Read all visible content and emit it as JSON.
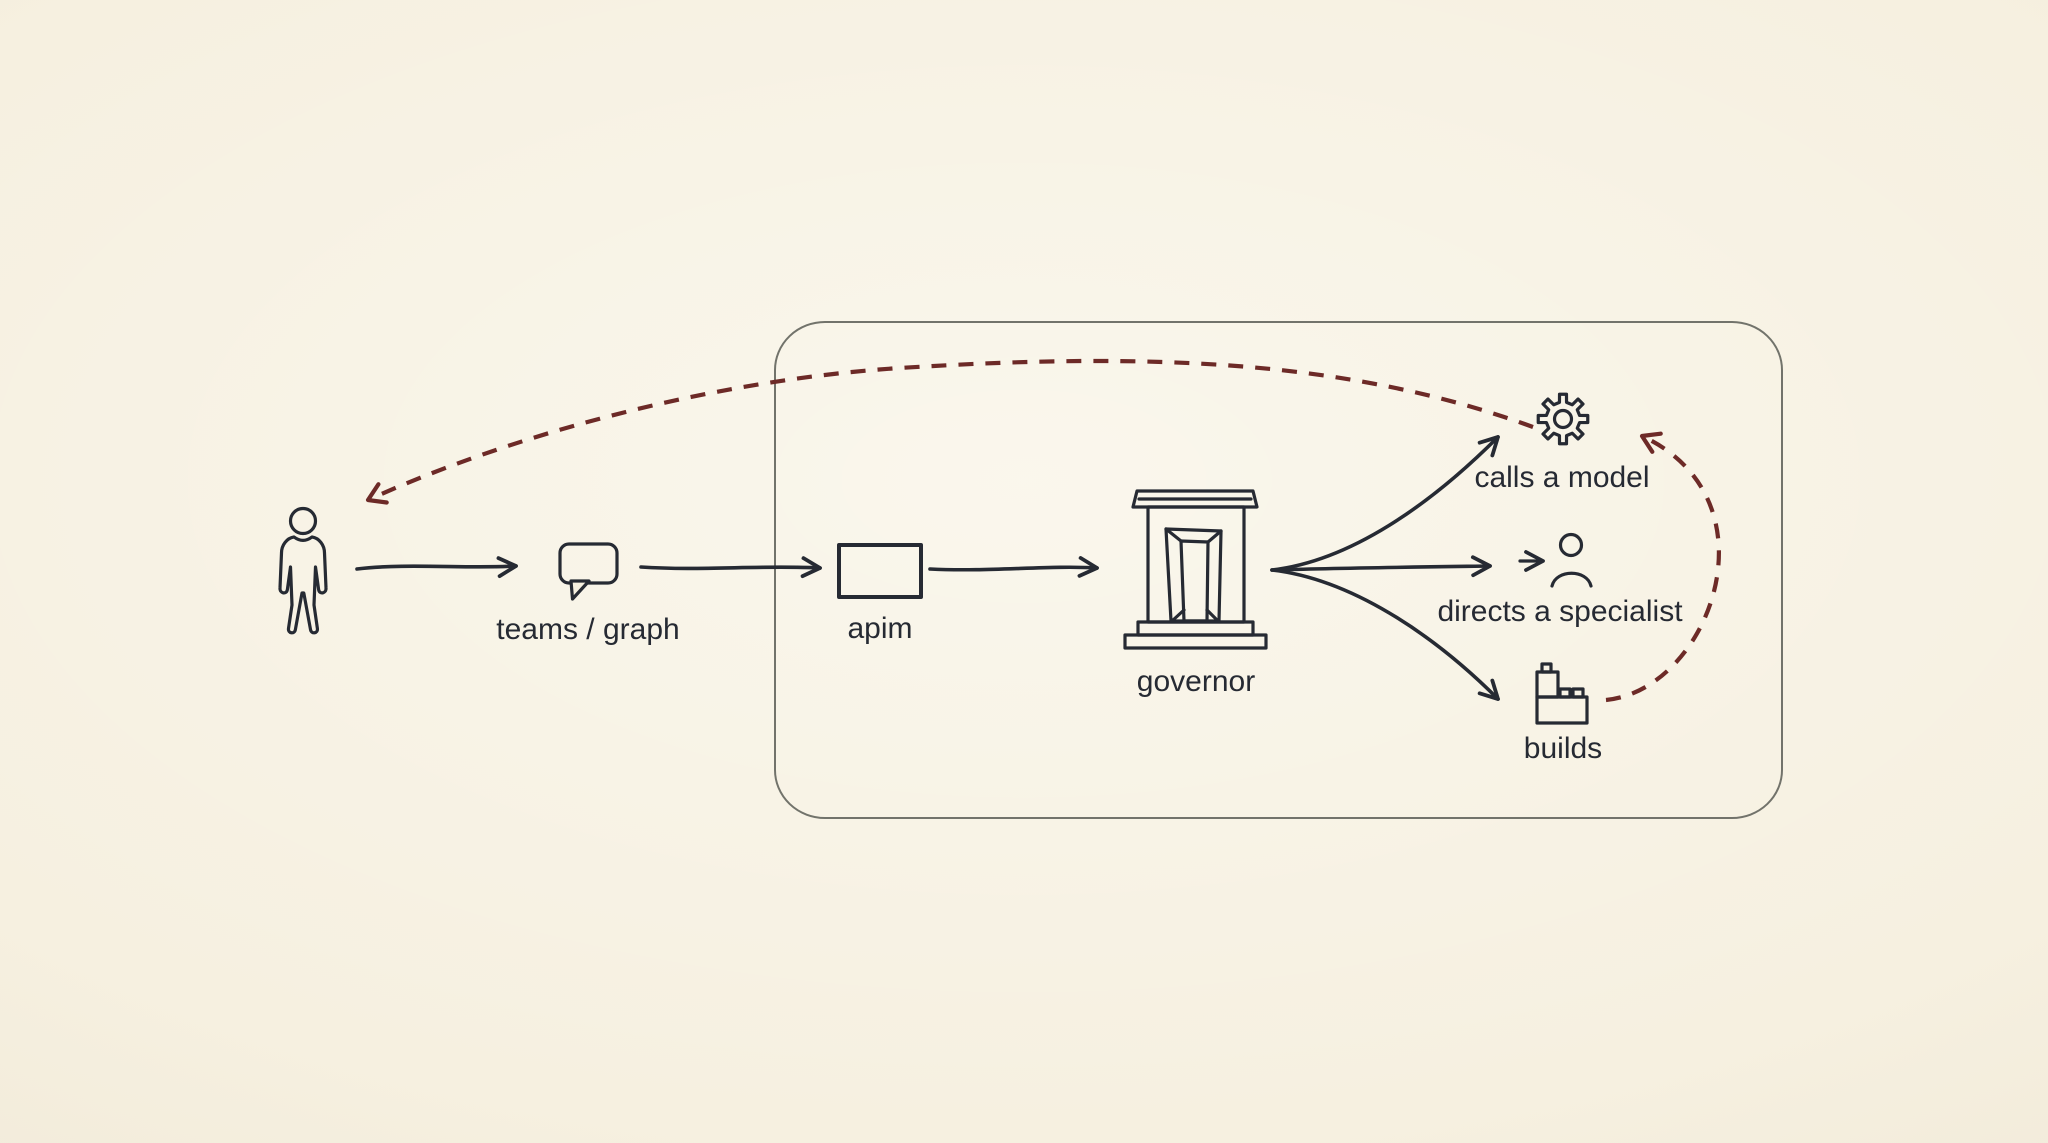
{
  "colors": {
    "background": "#f6f0e0",
    "ink": "#262a33",
    "accent": "#6d2a27",
    "boxBorder": "#72736b"
  },
  "nodes": {
    "user": {
      "icon": "person-icon"
    },
    "teams": {
      "icon": "chat-bubble-icon",
      "label": "teams / graph"
    },
    "apim": {
      "icon": "rectangle-box",
      "label": "apim"
    },
    "governor": {
      "icon": "gate-icon",
      "label": "governor"
    },
    "calls_model": {
      "icon": "gear-icon",
      "label": "calls a model"
    },
    "directs_specialist": {
      "icon": "arrow-person-icon",
      "label": "directs a specialist"
    },
    "builds": {
      "icon": "building-blocks-icon",
      "label": "builds"
    }
  },
  "edges": [
    {
      "from": "user",
      "to": "teams",
      "style": "solid"
    },
    {
      "from": "teams",
      "to": "apim",
      "style": "solid"
    },
    {
      "from": "apim",
      "to": "governor",
      "style": "solid"
    },
    {
      "from": "governor",
      "to": "calls_model",
      "style": "solid"
    },
    {
      "from": "governor",
      "to": "directs_specialist",
      "style": "solid"
    },
    {
      "from": "governor",
      "to": "builds",
      "style": "solid"
    },
    {
      "from": "calls_model",
      "to": "user",
      "style": "dashed"
    },
    {
      "from": "builds",
      "to": "calls_model",
      "style": "dashed"
    }
  ]
}
